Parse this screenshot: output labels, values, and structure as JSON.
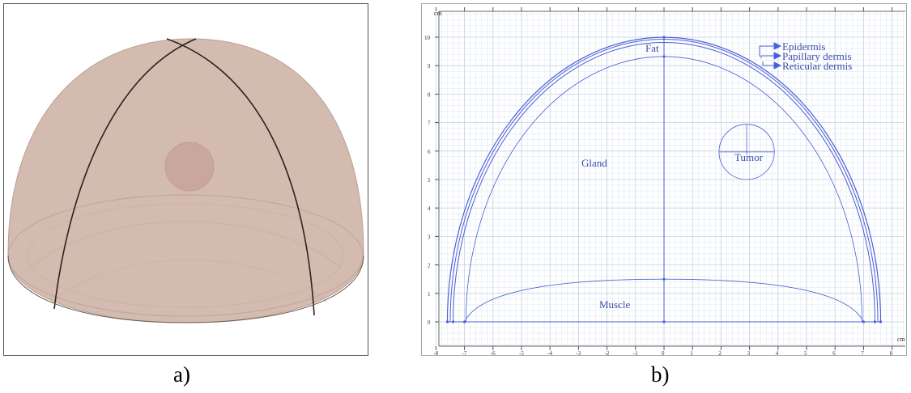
{
  "captions": {
    "a": "a)",
    "b": "b)"
  },
  "panel_a": {
    "description_color": "#d3b8ad"
  },
  "panel_b": {
    "axis_units": {
      "y": "cm",
      "x": "cm"
    },
    "x_ticks": [
      "-8",
      "-7",
      "-6",
      "-5",
      "-4",
      "-3",
      "-2",
      "-1",
      "0",
      "1",
      "2",
      "3",
      "4",
      "5",
      "6",
      "7",
      "8"
    ],
    "y_ticks": [
      "0",
      "1",
      "2",
      "3",
      "4",
      "5",
      "6",
      "7",
      "8",
      "9",
      "10"
    ],
    "labels": {
      "fat": "Fat",
      "gland": "Gland",
      "tumor": "Tumor",
      "muscle": "Muscle",
      "epidermis": "Epidermis",
      "papillary_dermis": "Papillary dermis",
      "reticular_dermis": "Reticular dermis"
    },
    "colors": {
      "line": "#4b5fd6",
      "grid_minor": "#dbe6f2",
      "grid_major": "#c3d3e6",
      "label": "#3a4fa8"
    }
  }
}
